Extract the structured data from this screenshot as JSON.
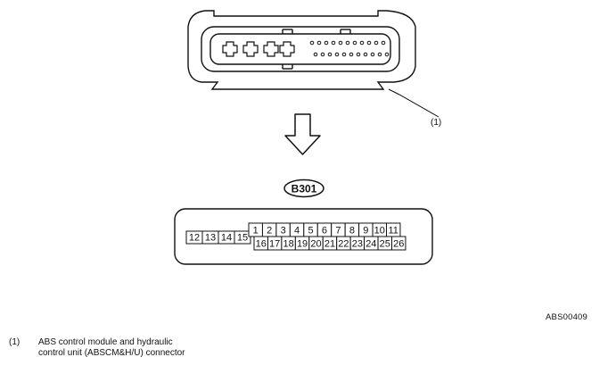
{
  "callout_number": "(1)",
  "connector_label": "B301",
  "pins_upper_left": [
    "12",
    "13",
    "14",
    "15"
  ],
  "pins_top_row": [
    "1",
    "2",
    "3",
    "4",
    "5",
    "6",
    "7",
    "8",
    "9",
    "10",
    "11"
  ],
  "pins_bottom_row": [
    "16",
    "17",
    "18",
    "19",
    "20",
    "21",
    "22",
    "23",
    "24",
    "25",
    "26"
  ],
  "figure_id": "ABS00409",
  "legend": {
    "number": "(1)",
    "text": "ABS control module and hydraulic control unit (ABSCM&H/U) connector"
  }
}
